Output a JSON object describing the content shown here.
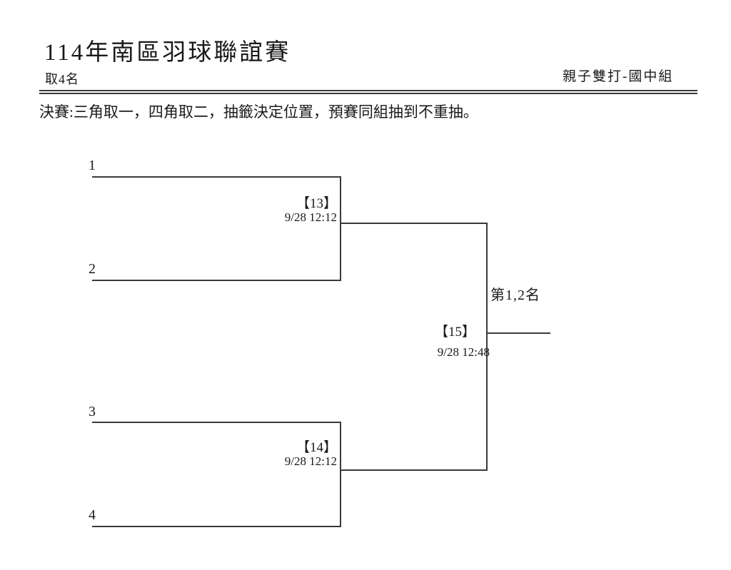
{
  "header": {
    "title": "114年南區羽球聯誼賽",
    "qualifier": "取4名",
    "division": "親子雙打-國中組",
    "rule": "決賽:三角取一，四角取二，抽籤決定位置，預賽同組抽到不重抽。"
  },
  "bracket": {
    "seeds": [
      {
        "label": "1"
      },
      {
        "label": "2"
      },
      {
        "label": "3"
      },
      {
        "label": "4"
      }
    ],
    "semifinals": [
      {
        "id": "【13】",
        "time": "9/28 12:12"
      },
      {
        "id": "【14】",
        "time": "9/28 12:12"
      }
    ],
    "final": {
      "id": "【15】",
      "time": "9/28 12:48",
      "placement_label": "第1,2名"
    }
  },
  "colors": {
    "background": "#ffffff",
    "line": "#3a3a3a",
    "text": "#1a1a1a"
  }
}
